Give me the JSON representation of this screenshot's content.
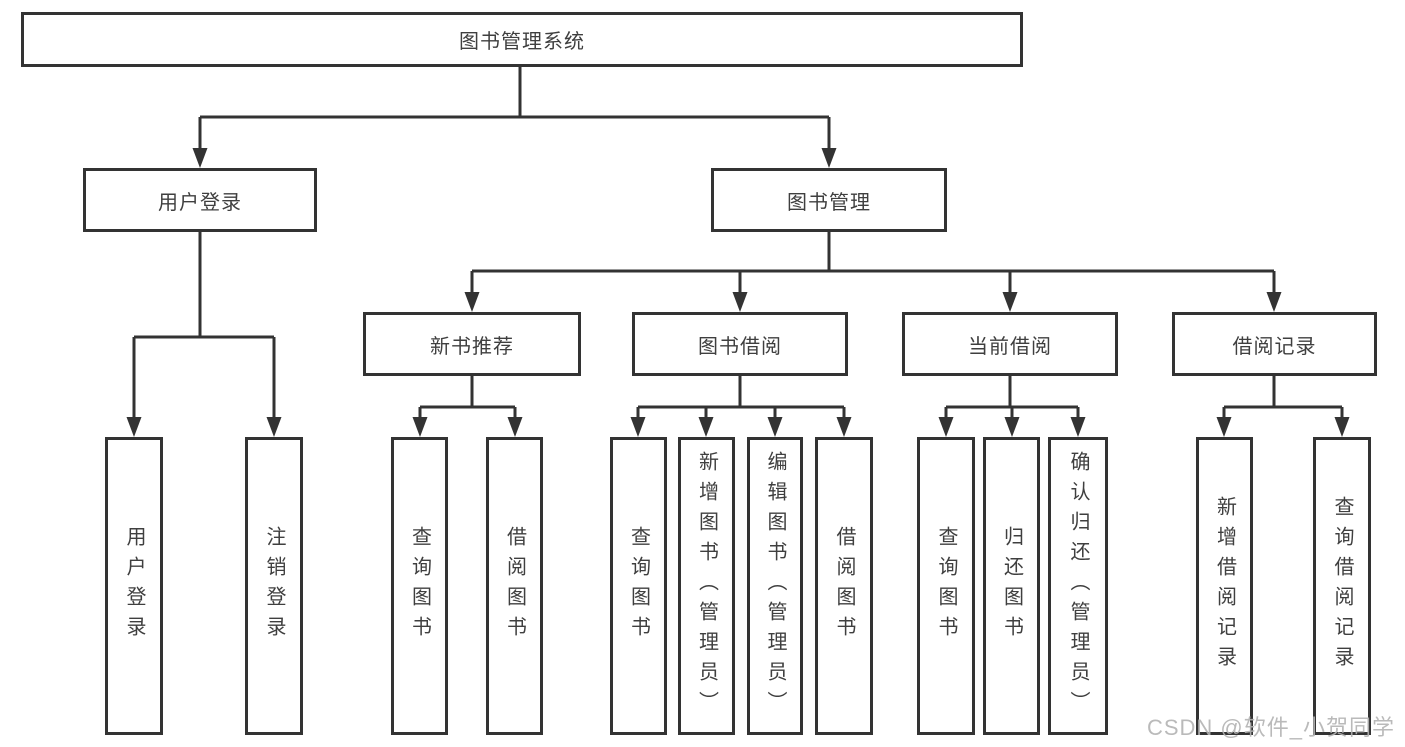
{
  "tree": {
    "label": "图书管理系统",
    "children": [
      {
        "label": "用户登录",
        "children": [
          {
            "label": "用户登录"
          },
          {
            "label": "注销登录"
          }
        ]
      },
      {
        "label": "图书管理",
        "children": [
          {
            "label": "新书推荐",
            "children": [
              {
                "label": "查询图书"
              },
              {
                "label": "借阅图书"
              }
            ]
          },
          {
            "label": "图书借阅",
            "children": [
              {
                "label": "查询图书"
              },
              {
                "label": "新增图书（管理员）"
              },
              {
                "label": "编辑图书（管理员）"
              },
              {
                "label": "借阅图书"
              }
            ]
          },
          {
            "label": "当前借阅",
            "children": [
              {
                "label": "查询图书"
              },
              {
                "label": "归还图书"
              },
              {
                "label": "确认归还（管理员）"
              }
            ]
          },
          {
            "label": "借阅记录",
            "children": [
              {
                "label": "新增借阅记录"
              },
              {
                "label": "查询借阅记录"
              }
            ]
          }
        ]
      }
    ]
  },
  "watermark": {
    "text": "CSDN @软件_小贺同学"
  },
  "colors": {
    "line": "#333333",
    "box_border": "#333333",
    "text": "#3f3f3f",
    "watermark": "#b2b2b2",
    "background": "#ffffff"
  }
}
